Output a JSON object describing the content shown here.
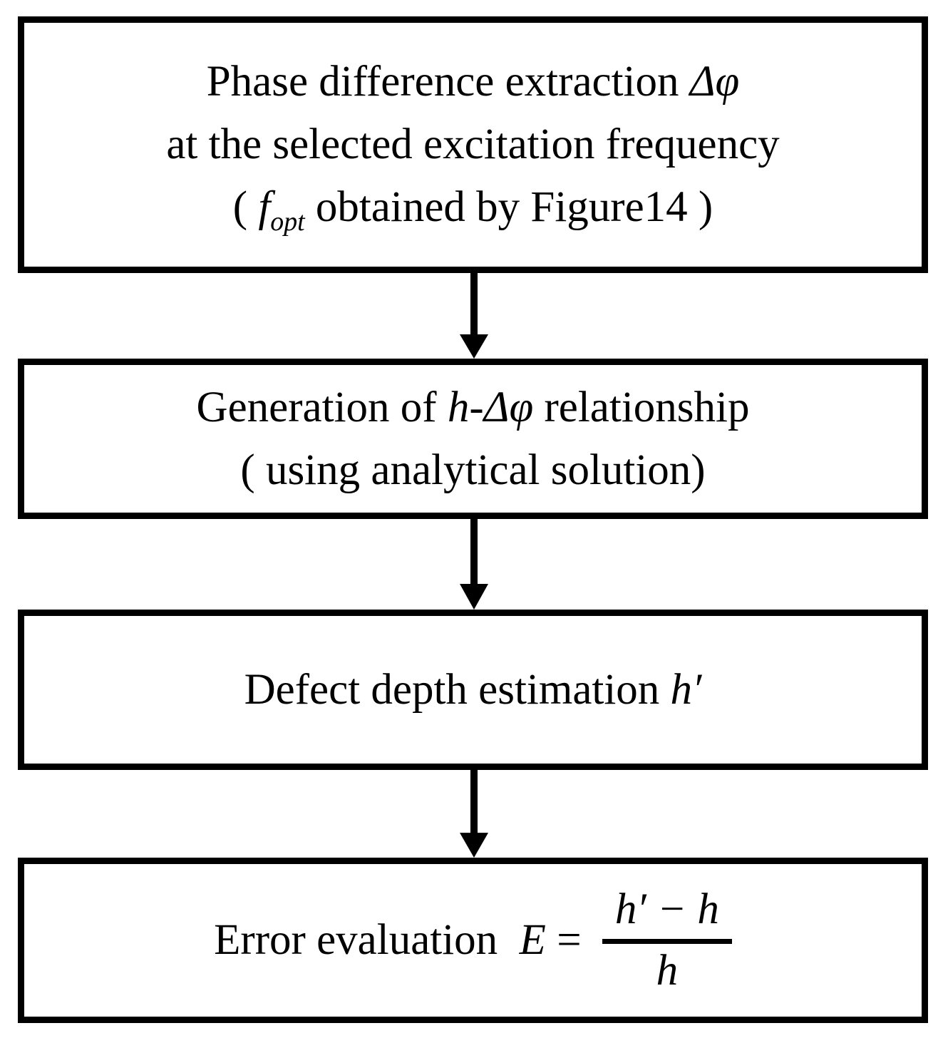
{
  "diagram": {
    "description": "Flowchart of defect depth estimation and error evaluation procedure",
    "colors": {
      "background": "#ffffff",
      "box_border": "#000000",
      "text": "#000000",
      "arrow": "#000000"
    },
    "box1": {
      "line1_text": "Phase difference extraction ",
      "line1_math": "Δφ",
      "line2_text": "at the selected excitation frequency",
      "line3_open": "( ",
      "line3_f": "f",
      "line3_sub": "opt",
      "line3_rest": " obtained by Figure14 )"
    },
    "box2": {
      "line1_a": "Generation of ",
      "line1_math": "h-Δφ",
      "line1_b": " relationship",
      "line2_text": "( using analytical solution)"
    },
    "box3": {
      "text": "Defect depth estimation ",
      "math": "h′"
    },
    "box4": {
      "text": "Error evaluation  ",
      "var": "E",
      "equals": " = ",
      "frac_num": "h′ − h",
      "frac_den": "h"
    },
    "arrows": {
      "icon": "down-arrow",
      "count": 3
    }
  }
}
